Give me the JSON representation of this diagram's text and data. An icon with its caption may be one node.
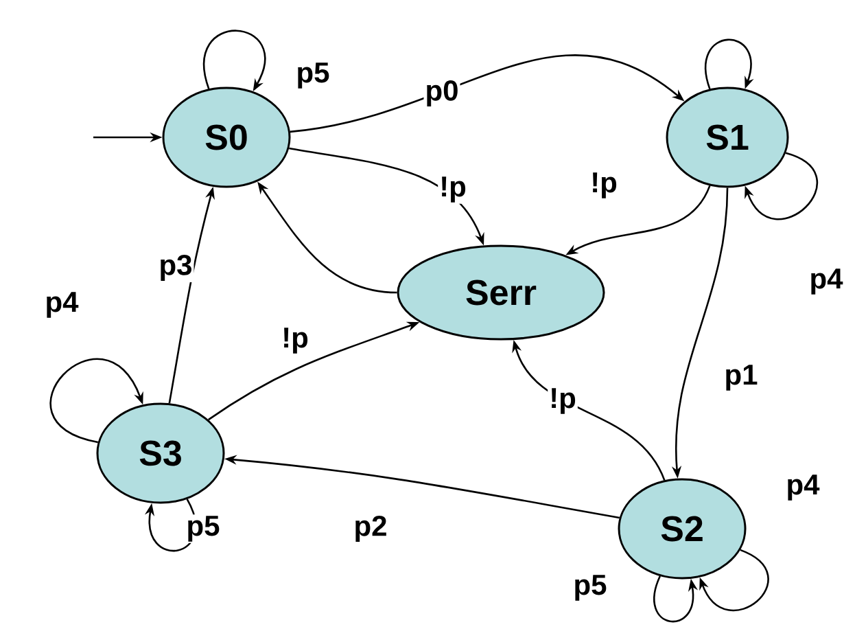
{
  "diagram": {
    "nodes": [
      {
        "text": [
          "S0"
        ]
      },
      {
        "text": [
          "S1"
        ]
      },
      {
        "text": [
          "Serr"
        ]
      },
      {
        "text": [
          "S3"
        ]
      },
      {
        "text": [
          "S2"
        ]
      }
    ],
    "edges": [
      {
        "from": null,
        "to": 0,
        "arrow": "to"
      },
      {
        "from": 0,
        "to": 0,
        "arrow": "to",
        "label": "p5"
      },
      {
        "from": 0,
        "to": 1,
        "arrow": "to",
        "label": "p0"
      },
      {
        "from": 1,
        "to": 1,
        "arrow": "to"
      },
      {
        "from": 1,
        "to": 1,
        "arrow": "to",
        "label": "p4"
      },
      {
        "from": 0,
        "to": 2,
        "arrow": "to",
        "label": "!p"
      },
      {
        "from": 2,
        "to": 0,
        "arrow": "to"
      },
      {
        "from": 1,
        "to": 2,
        "arrow": "to",
        "label": "!p"
      },
      {
        "from": 1,
        "to": 4,
        "arrow": "to",
        "label": "p1"
      },
      {
        "from": 4,
        "to": 2,
        "arrow": "to",
        "label": "!p"
      },
      {
        "from": 4,
        "to": 3,
        "arrow": "to",
        "label": "p2"
      },
      {
        "from": 3,
        "to": 0,
        "arrow": "to",
        "label": "p3"
      },
      {
        "from": 3,
        "to": 2,
        "arrow": "to",
        "label": "!p"
      },
      {
        "from": 3,
        "to": 3,
        "arrow": "to",
        "label": "p4"
      },
      {
        "from": 3,
        "to": 3,
        "arrow": "to",
        "label": "p5"
      },
      {
        "from": 4,
        "to": 4,
        "arrow": "to",
        "label": "p5"
      },
      {
        "from": 4,
        "to": 4,
        "arrow": "to",
        "label": "p4"
      }
    ]
  }
}
